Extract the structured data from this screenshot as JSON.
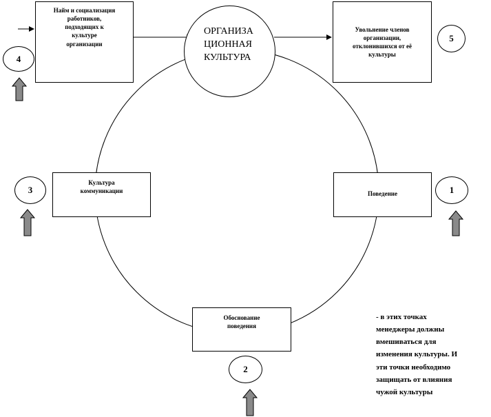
{
  "center": {
    "lines": [
      "ОРГАНИЗА",
      "ЦИОННАЯ",
      "КУЛЬТУРА"
    ]
  },
  "nodes": {
    "hiring": {
      "lines": [
        "Найм и социализация",
        "работников,",
        "подходящих  к",
        "культуре",
        "организации"
      ],
      "badge": "4"
    },
    "dismissal": {
      "lines": [
        "Увольнение  членов",
        "организации,",
        "отклонившихся  от её",
        "культуры"
      ],
      "badge": "5"
    },
    "communication": {
      "lines": [
        "Культура",
        "коммуникации"
      ],
      "badge": "3"
    },
    "behavior": {
      "lines": [
        "Поведение"
      ],
      "badge": "1"
    },
    "justification": {
      "lines": [
        "Обоснование",
        "поведения"
      ],
      "badge": "2"
    }
  },
  "legend": {
    "lines": [
      "- в этих  точках",
      "менеджеры должны",
      "вмешиваться для",
      "изменения культуры. И",
      "эти точки необходимо",
      "защищать от влияния",
      "чужой культуры"
    ]
  },
  "colors": {
    "stroke": "#000000",
    "intervention_arrow_fill": "#8a8a8a"
  },
  "icons": {
    "intervention_arrow": "up-arrow-icon",
    "flow_arrow": "arrowhead-icon"
  }
}
